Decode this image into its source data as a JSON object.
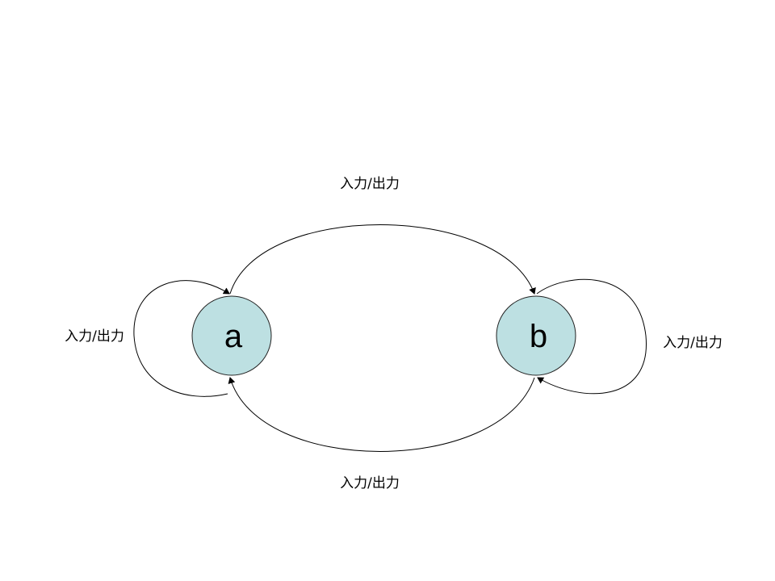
{
  "states": [
    {
      "id": "a",
      "label": "a"
    },
    {
      "id": "b",
      "label": "b"
    }
  ],
  "transitions": [
    {
      "id": "a-to-b",
      "from": "a",
      "to": "b",
      "label": "入力/出力"
    },
    {
      "id": "b-to-a",
      "from": "b",
      "to": "a",
      "label": "入力/出力"
    },
    {
      "id": "a-self",
      "from": "a",
      "to": "a",
      "label": "入力/出力"
    },
    {
      "id": "b-self",
      "from": "b",
      "to": "b",
      "label": "入力/出力"
    }
  ],
  "colors": {
    "state_fill": "#bde0e2",
    "state_stroke": "#222222",
    "edge": "#000000"
  }
}
